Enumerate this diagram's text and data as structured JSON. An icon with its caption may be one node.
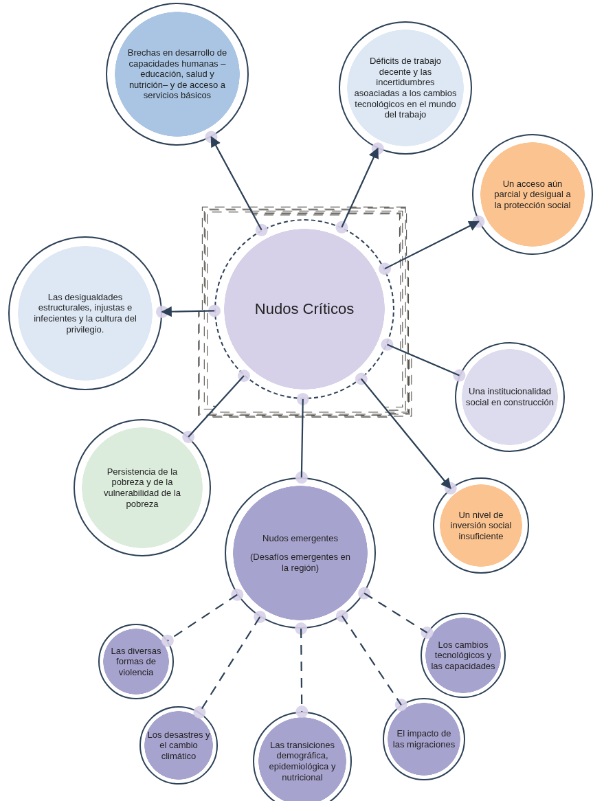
{
  "diagram": {
    "nodes": [
      {
        "text": [
          "Nudos Críticos"
        ]
      },
      {
        "text": [
          "Brechas en desarrollo de capacidades humanas –educación, salud y nutrición– y de acceso a servicios básicos"
        ]
      },
      {
        "text": [
          "Déficits de trabajo decente y las incertidumbres asoaciadas a los cambios tecnológicos en el mundo del trabajo"
        ]
      },
      {
        "text": [
          "Un acceso aún parcial y desigual a la protección social"
        ]
      },
      {
        "text": [
          "Las desigualdades estructurales, injustas e infecientes y la cultura del privilegio."
        ]
      },
      {
        "text": [
          "Una institucionalidad social en construcción"
        ]
      },
      {
        "text": [
          "Persistencia de la pobreza y de la vulnerabilidad de la pobreza"
        ]
      },
      {
        "text": [
          "Un nivel de inversión social insuficiente"
        ]
      },
      {
        "text": [
          "Nudos emergentes",
          "(Desafíos emergentes en la región)"
        ]
      },
      {
        "text": [
          "Las diversas formas de violencia"
        ]
      },
      {
        "text": [
          "Los cambios tecnológicos y las capacidades"
        ]
      },
      {
        "text": [
          "Los desastres y el cambio climático"
        ]
      },
      {
        "text": [
          "Las transiciones demográfica, epidemiológica y nutricional"
        ]
      },
      {
        "text": [
          "El impacto de las migraciones"
        ]
      }
    ],
    "edges": [
      {
        "from": 0,
        "to": 1,
        "arrow": "to"
      },
      {
        "from": 0,
        "to": 2,
        "arrow": "to"
      },
      {
        "from": 0,
        "to": 3,
        "arrow": "to"
      },
      {
        "from": 0,
        "to": 4,
        "arrow": "to"
      },
      {
        "from": 0,
        "to": 5,
        "arrow": "none"
      },
      {
        "from": 0,
        "to": 6,
        "arrow": "none"
      },
      {
        "from": 0,
        "to": 7,
        "arrow": "to"
      },
      {
        "from": 0,
        "to": 8,
        "arrow": "none"
      },
      {
        "from": 8,
        "to": 9,
        "arrow": "none",
        "style": "dashed"
      },
      {
        "from": 8,
        "to": 10,
        "arrow": "none",
        "style": "dashed"
      },
      {
        "from": 8,
        "to": 11,
        "arrow": "none",
        "style": "dashed"
      },
      {
        "from": 8,
        "to": 12,
        "arrow": "none",
        "style": "dashed"
      },
      {
        "from": 8,
        "to": 13,
        "arrow": "none",
        "style": "dashed"
      },
      {
        "from": 1,
        "to": 2,
        "arrow": "none",
        "style": "dashed",
        "color": "#57534e"
      },
      {
        "from": 1,
        "to": 3,
        "arrow": "none",
        "style": "dashed",
        "color": "#57534e"
      },
      {
        "from": 1,
        "to": 5,
        "arrow": "none",
        "style": "dashed",
        "color": "#57534e"
      },
      {
        "from": 1,
        "to": 6,
        "arrow": "none",
        "style": "dashed",
        "color": "#57534e"
      },
      {
        "from": 1,
        "to": 7,
        "arrow": "none",
        "style": "dashed",
        "color": "#57534e"
      },
      {
        "from": 2,
        "to": 4,
        "arrow": "none",
        "style": "dashed",
        "color": "#57534e"
      },
      {
        "from": 2,
        "to": 6,
        "arrow": "none",
        "style": "dashed",
        "color": "#57534e"
      },
      {
        "from": 2,
        "to": 7,
        "arrow": "none",
        "style": "dashed",
        "color": "#57534e"
      },
      {
        "from": 3,
        "to": 4,
        "arrow": "none",
        "style": "dashed",
        "color": "#57534e"
      },
      {
        "from": 3,
        "to": 6,
        "arrow": "none",
        "style": "dashed",
        "color": "#57534e"
      },
      {
        "from": 3,
        "to": 7,
        "arrow": "none",
        "style": "dashed",
        "color": "#57534e"
      },
      {
        "from": 4,
        "to": 5,
        "arrow": "none",
        "style": "dashed",
        "color": "#57534e"
      },
      {
        "from": 4,
        "to": 7,
        "arrow": "none",
        "style": "dashed",
        "color": "#57534e"
      },
      {
        "from": 6,
        "to": 5,
        "arrow": "none",
        "style": "dashed",
        "color": "#57534e"
      },
      {
        "from": 6,
        "to": 7,
        "arrow": "none",
        "style": "dashed",
        "color": "#57534e"
      }
    ]
  }
}
